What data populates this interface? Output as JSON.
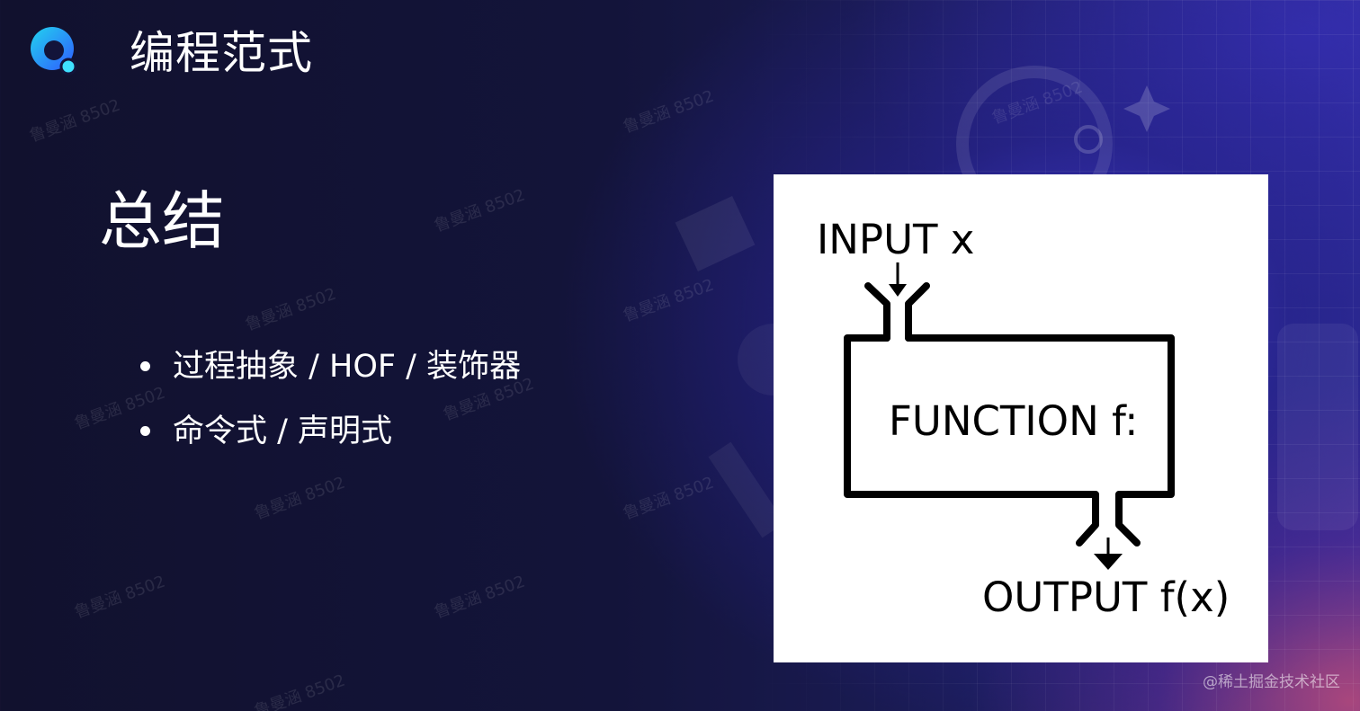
{
  "header": {
    "title": "编程范式"
  },
  "section": {
    "title": "总结"
  },
  "bullets": [
    {
      "text": "过程抽象 / HOF / 装饰器"
    },
    {
      "text": "命令式 / 声明式"
    }
  ],
  "diagram": {
    "input_label": "INPUT x",
    "function_label": "FUNCTION f:",
    "output_label": "OUTPUT f(x)"
  },
  "watermark_text": "鲁曼涵 8502",
  "credit": "@稀土掘金技术社区",
  "colors": {
    "background": "#13143a",
    "accent_blue": "#3b7bff",
    "accent_cyan": "#22d3ee",
    "text": "#ffffff",
    "card": "#ffffff"
  },
  "icons": {
    "logo": "q-logo-icon",
    "bullet": "bullet-dot-icon"
  }
}
